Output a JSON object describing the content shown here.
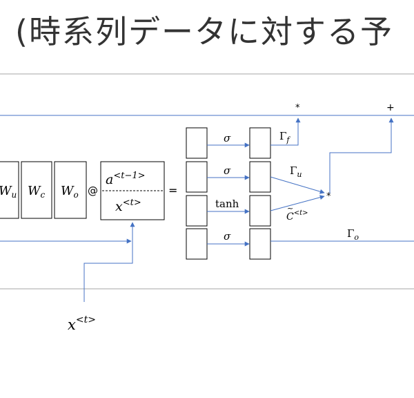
{
  "title": "(時系列データに対する予",
  "weights": [
    "W_u",
    "W_c",
    "W_o"
  ],
  "weight_display": {
    "W_u": {
      "base": "W",
      "sub": "u",
      "clipped_prefix": true
    },
    "W_c": {
      "base": "W",
      "sub": "c"
    },
    "W_o": {
      "base": "W",
      "sub": "o"
    }
  },
  "concat_operator": "@",
  "input_vector": {
    "top": "a<t−1>",
    "bottom": "x<t>"
  },
  "input_vector_display": {
    "top_base": "a",
    "top_sup": "<t−1>",
    "bottom_base": "x",
    "bottom_sup": "<t>"
  },
  "equals": "=",
  "activations": [
    "σ",
    "σ",
    "tanh",
    "σ"
  ],
  "gates": {
    "forget": {
      "base": "Γ",
      "sub": "f"
    },
    "update": {
      "base": "Γ",
      "sub": "u"
    },
    "candidate": {
      "base": "C",
      "accent": "~",
      "sup": "<t>"
    },
    "output": {
      "base": "Γ",
      "sub": "o"
    }
  },
  "operators": {
    "multiply_top": "*",
    "add_top": "+",
    "multiply_mid": "*"
  },
  "bottom_input": {
    "base": "x",
    "sup": "<t>"
  },
  "colors": {
    "line_blue": "#4472c4",
    "separator_gray": "#a6a6a6",
    "box_border": "#000000",
    "title_text": "#333333"
  }
}
